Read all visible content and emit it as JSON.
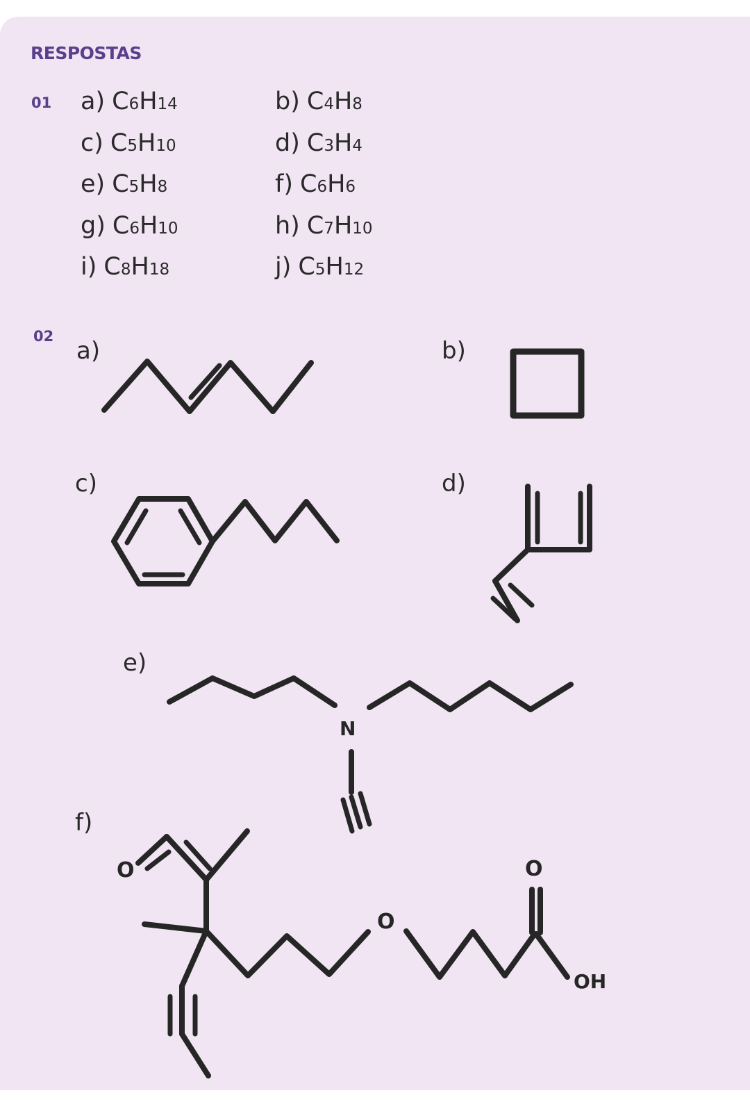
{
  "title": "RESPOSTAS",
  "q01": {
    "number": "01",
    "answers": [
      {
        "label": "a)",
        "c": "C",
        "cn": "6",
        "h": "H",
        "hn": "14"
      },
      {
        "label": "b)",
        "c": "C",
        "cn": "4",
        "h": "H",
        "hn": "8"
      },
      {
        "label": "c)",
        "c": "C",
        "cn": "5",
        "h": "H",
        "hn": "10"
      },
      {
        "label": "d)",
        "c": "C",
        "cn": "3",
        "h": "H",
        "hn": "4"
      },
      {
        "label": "e)",
        "c": "C",
        "cn": "5",
        "h": "H",
        "hn": "8"
      },
      {
        "label": "f)",
        "c": "C",
        "cn": "6",
        "h": "H",
        "hn": "6"
      },
      {
        "label": "g)",
        "c": "C",
        "cn": "6",
        "h": "H",
        "hn": "10"
      },
      {
        "label": "h)",
        "c": "C",
        "cn": "7",
        "h": "H",
        "hn": "10"
      },
      {
        "label": "i)",
        "c": "C",
        "cn": "8",
        "h": "H",
        "hn": "18"
      },
      {
        "label": "j)",
        "c": "C",
        "cn": "5",
        "h": "H",
        "hn": "12"
      }
    ]
  },
  "q02": {
    "number": "02",
    "structures": [
      {
        "label": "a)",
        "description": "hex-3-ene skeletal structure"
      },
      {
        "label": "b)",
        "description": "cyclobutane square"
      },
      {
        "label": "c)",
        "description": "butylbenzene"
      },
      {
        "label": "d)",
        "description": "diene with alkyne branch"
      },
      {
        "label": "e)",
        "description": "tertiary amine with ethynyl group",
        "atoms": [
          "N"
        ]
      },
      {
        "label": "f)",
        "description": "branched chain with aldehyde, ether and carboxylic acid",
        "atoms": [
          "O",
          "O",
          "O",
          "OH"
        ]
      }
    ]
  }
}
